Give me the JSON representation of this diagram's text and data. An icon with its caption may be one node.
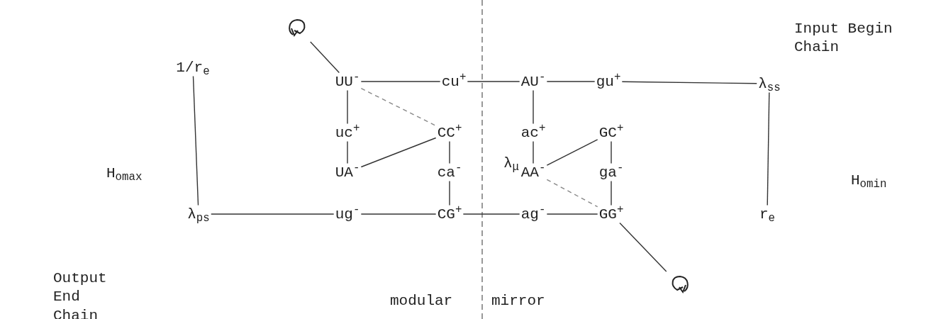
{
  "diagram": {
    "nodes": [
      {
        "text": [
          "1/r$_{e}$"
        ]
      },
      {
        "text": [
          "λ$_{ps}$"
        ]
      },
      {
        "text": [
          "UU$^{-}$"
        ]
      },
      {
        "text": [
          "cu$^{+}$"
        ]
      },
      {
        "text": [
          "AU$^{-}$"
        ]
      },
      {
        "text": [
          "gu$^{+}$"
        ]
      },
      {
        "text": [
          "λ$_{ss}$"
        ]
      },
      {
        "text": [
          "uc$^{+}$"
        ]
      },
      {
        "text": [
          "CC$^{+}$"
        ]
      },
      {
        "text": [
          "ac$^{+}$"
        ]
      },
      {
        "text": [
          "GC$^{+}$"
        ]
      },
      {
        "text": [
          "UA$^{-}$"
        ]
      },
      {
        "text": [
          "ca$^{-}$"
        ]
      },
      {
        "text": [
          "AA$^{-}$"
        ]
      },
      {
        "text": [
          "ga$^{-}$"
        ]
      },
      {
        "text": [
          "ug$^{-}$"
        ]
      },
      {
        "text": [
          "CG$^{+}$"
        ]
      },
      {
        "text": [
          "ag$^{-}$"
        ]
      },
      {
        "text": [
          "GG$^{+}$"
        ]
      },
      {
        "text": [
          "r$_{e}$"
        ]
      },
      {
        "text": [],
        "shape": "loop"
      },
      {
        "text": [],
        "shape": "loop"
      }
    ],
    "edges": [
      {
        "from": 0,
        "to": 1,
        "arrow": "none"
      },
      {
        "from": 1,
        "to": 15,
        "arrow": "none"
      },
      {
        "from": 15,
        "to": 16,
        "arrow": "none"
      },
      {
        "from": 16,
        "to": 17,
        "arrow": "none"
      },
      {
        "from": 17,
        "to": 18,
        "arrow": "none"
      },
      {
        "from": 2,
        "to": 3,
        "arrow": "none"
      },
      {
        "from": 3,
        "to": 4,
        "arrow": "none"
      },
      {
        "from": 4,
        "to": 5,
        "arrow": "none"
      },
      {
        "from": 5,
        "to": 6,
        "arrow": "none"
      },
      {
        "from": 6,
        "to": 19,
        "arrow": "none"
      },
      {
        "from": 2,
        "to": 7,
        "arrow": "none"
      },
      {
        "from": 7,
        "to": 11,
        "arrow": "none"
      },
      {
        "from": 2,
        "to": 8,
        "arrow": "none",
        "style": "dashed"
      },
      {
        "from": 8,
        "to": 11,
        "arrow": "none"
      },
      {
        "from": 8,
        "to": 12,
        "arrow": "none"
      },
      {
        "from": 12,
        "to": 16,
        "arrow": "none"
      },
      {
        "from": 4,
        "to": 9,
        "arrow": "none"
      },
      {
        "from": 9,
        "to": 13,
        "arrow": "none"
      },
      {
        "from": 13,
        "to": 10,
        "arrow": "none"
      },
      {
        "from": 10,
        "to": 14,
        "arrow": "none"
      },
      {
        "from": 14,
        "to": 18,
        "arrow": "none"
      },
      {
        "from": 13,
        "to": 18,
        "arrow": "none",
        "style": "dashed"
      },
      {
        "from": 2,
        "to": 20,
        "arrow": "none"
      },
      {
        "from": 18,
        "to": 21,
        "arrow": "none"
      }
    ],
    "labels": [
      "Input Begin Chain",
      "H$_{omax}$",
      "λ$_{μ}$",
      "H$_{omin}$",
      "Output End Chain",
      "modular",
      "mirror"
    ]
  }
}
